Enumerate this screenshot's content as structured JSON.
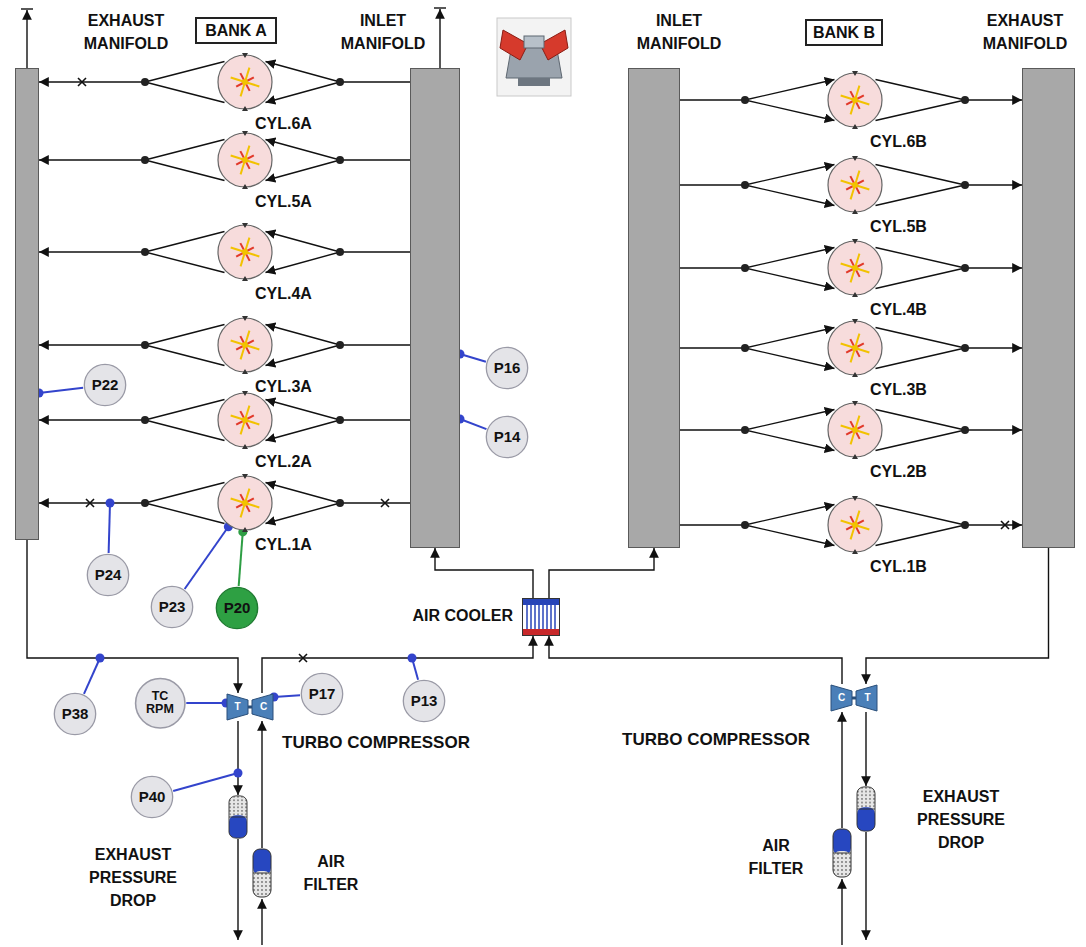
{
  "diagram": {
    "nodes": [
      {
        "text": [
          "EXHAUST MANIFOLD"
        ]
      },
      {
        "text": [
          "BANK A"
        ]
      },
      {
        "text": [
          "INLET MANIFOLD"
        ]
      },
      {
        "text": [
          "INLET MANIFOLD"
        ]
      },
      {
        "text": [
          "BANK B"
        ]
      },
      {
        "text": [
          "EXHAUST MANIFOLD"
        ]
      },
      {
        "text": [
          "CYL.6A"
        ]
      },
      {
        "text": [
          "CYL.5A"
        ]
      },
      {
        "text": [
          "CYL.4A"
        ]
      },
      {
        "text": [
          "CYL.3A"
        ]
      },
      {
        "text": [
          "CYL.2A"
        ]
      },
      {
        "text": [
          "CYL.1A"
        ]
      },
      {
        "text": [
          "CYL.6B"
        ]
      },
      {
        "text": [
          "CYL.5B"
        ]
      },
      {
        "text": [
          "CYL.4B"
        ]
      },
      {
        "text": [
          "CYL.3B"
        ]
      },
      {
        "text": [
          "CYL.2B"
        ]
      },
      {
        "text": [
          "CYL.1B"
        ]
      },
      {
        "text": [
          "P16"
        ]
      },
      {
        "text": [
          "P22"
        ]
      },
      {
        "text": [
          "P14"
        ]
      },
      {
        "text": [
          "P24"
        ]
      },
      {
        "text": [
          "P23"
        ]
      },
      {
        "text": [
          "P20"
        ]
      },
      {
        "text": [
          "AIR COOLER"
        ]
      },
      {
        "text": [
          "P38"
        ]
      },
      {
        "text": [
          "TC RPM"
        ]
      },
      {
        "text": [
          "P17"
        ]
      },
      {
        "text": [
          "P13"
        ]
      },
      {
        "text": [
          "TURBO COMPRESSOR",
          "T",
          "C"
        ]
      },
      {
        "text": [
          "TURBO COMPRESSOR",
          "C",
          "T"
        ]
      },
      {
        "text": [
          "P40"
        ]
      },
      {
        "text": [
          "EXHAUST PRESSURE DROP"
        ]
      },
      {
        "text": [
          "AIR FILTER"
        ]
      },
      {
        "text": [
          "AIR FILTER"
        ]
      },
      {
        "text": [
          "EXHAUST PRESSURE DROP"
        ]
      }
    ],
    "edges": [
      {
        "from": 2,
        "to": 6,
        "arrow": "to"
      },
      {
        "from": 2,
        "to": 7,
        "arrow": "to"
      },
      {
        "from": 2,
        "to": 8,
        "arrow": "to"
      },
      {
        "from": 2,
        "to": 9,
        "arrow": "to"
      },
      {
        "from": 2,
        "to": 10,
        "arrow": "to"
      },
      {
        "from": 2,
        "to": 11,
        "arrow": "to"
      },
      {
        "from": 6,
        "to": 0,
        "arrow": "to"
      },
      {
        "from": 7,
        "to": 0,
        "arrow": "to"
      },
      {
        "from": 8,
        "to": 0,
        "arrow": "to"
      },
      {
        "from": 9,
        "to": 0,
        "arrow": "to"
      },
      {
        "from": 10,
        "to": 0,
        "arrow": "to"
      },
      {
        "from": 11,
        "to": 0,
        "arrow": "to"
      },
      {
        "from": 3,
        "to": 12,
        "arrow": "to"
      },
      {
        "from": 3,
        "to": 13,
        "arrow": "to"
      },
      {
        "from": 3,
        "to": 14,
        "arrow": "to"
      },
      {
        "from": 3,
        "to": 15,
        "arrow": "to"
      },
      {
        "from": 3,
        "to": 16,
        "arrow": "to"
      },
      {
        "from": 3,
        "to": 17,
        "arrow": "to"
      },
      {
        "from": 12,
        "to": 5,
        "arrow": "to"
      },
      {
        "from": 13,
        "to": 5,
        "arrow": "to"
      },
      {
        "from": 14,
        "to": 5,
        "arrow": "to"
      },
      {
        "from": 15,
        "to": 5,
        "arrow": "to"
      },
      {
        "from": 16,
        "to": 5,
        "arrow": "to"
      },
      {
        "from": 17,
        "to": 5,
        "arrow": "to"
      },
      {
        "from": 0,
        "to": 29,
        "arrow": "to"
      },
      {
        "from": 29,
        "to": 24,
        "arrow": "to"
      },
      {
        "from": 24,
        "to": 2,
        "arrow": "to"
      },
      {
        "from": 24,
        "to": 3,
        "arrow": "to"
      },
      {
        "from": 5,
        "to": 30,
        "arrow": "to"
      },
      {
        "from": 30,
        "to": 24,
        "arrow": "to"
      },
      {
        "from": 33,
        "to": 29,
        "arrow": "to"
      },
      {
        "from": 29,
        "to": 32,
        "arrow": "to"
      },
      {
        "from": 34,
        "to": 30,
        "arrow": "to"
      },
      {
        "from": 30,
        "to": 35,
        "arrow": "to"
      },
      {
        "from": 19,
        "to": 0,
        "arrow": "none"
      },
      {
        "from": 18,
        "to": 2,
        "arrow": "none"
      },
      {
        "from": 20,
        "to": 2,
        "arrow": "none"
      },
      {
        "from": 22,
        "to": 11,
        "arrow": "none"
      },
      {
        "from": 23,
        "to": 11,
        "arrow": "none"
      },
      {
        "from": 26,
        "to": 29,
        "arrow": "none"
      },
      {
        "from": 27,
        "to": 29,
        "arrow": "none"
      }
    ]
  }
}
